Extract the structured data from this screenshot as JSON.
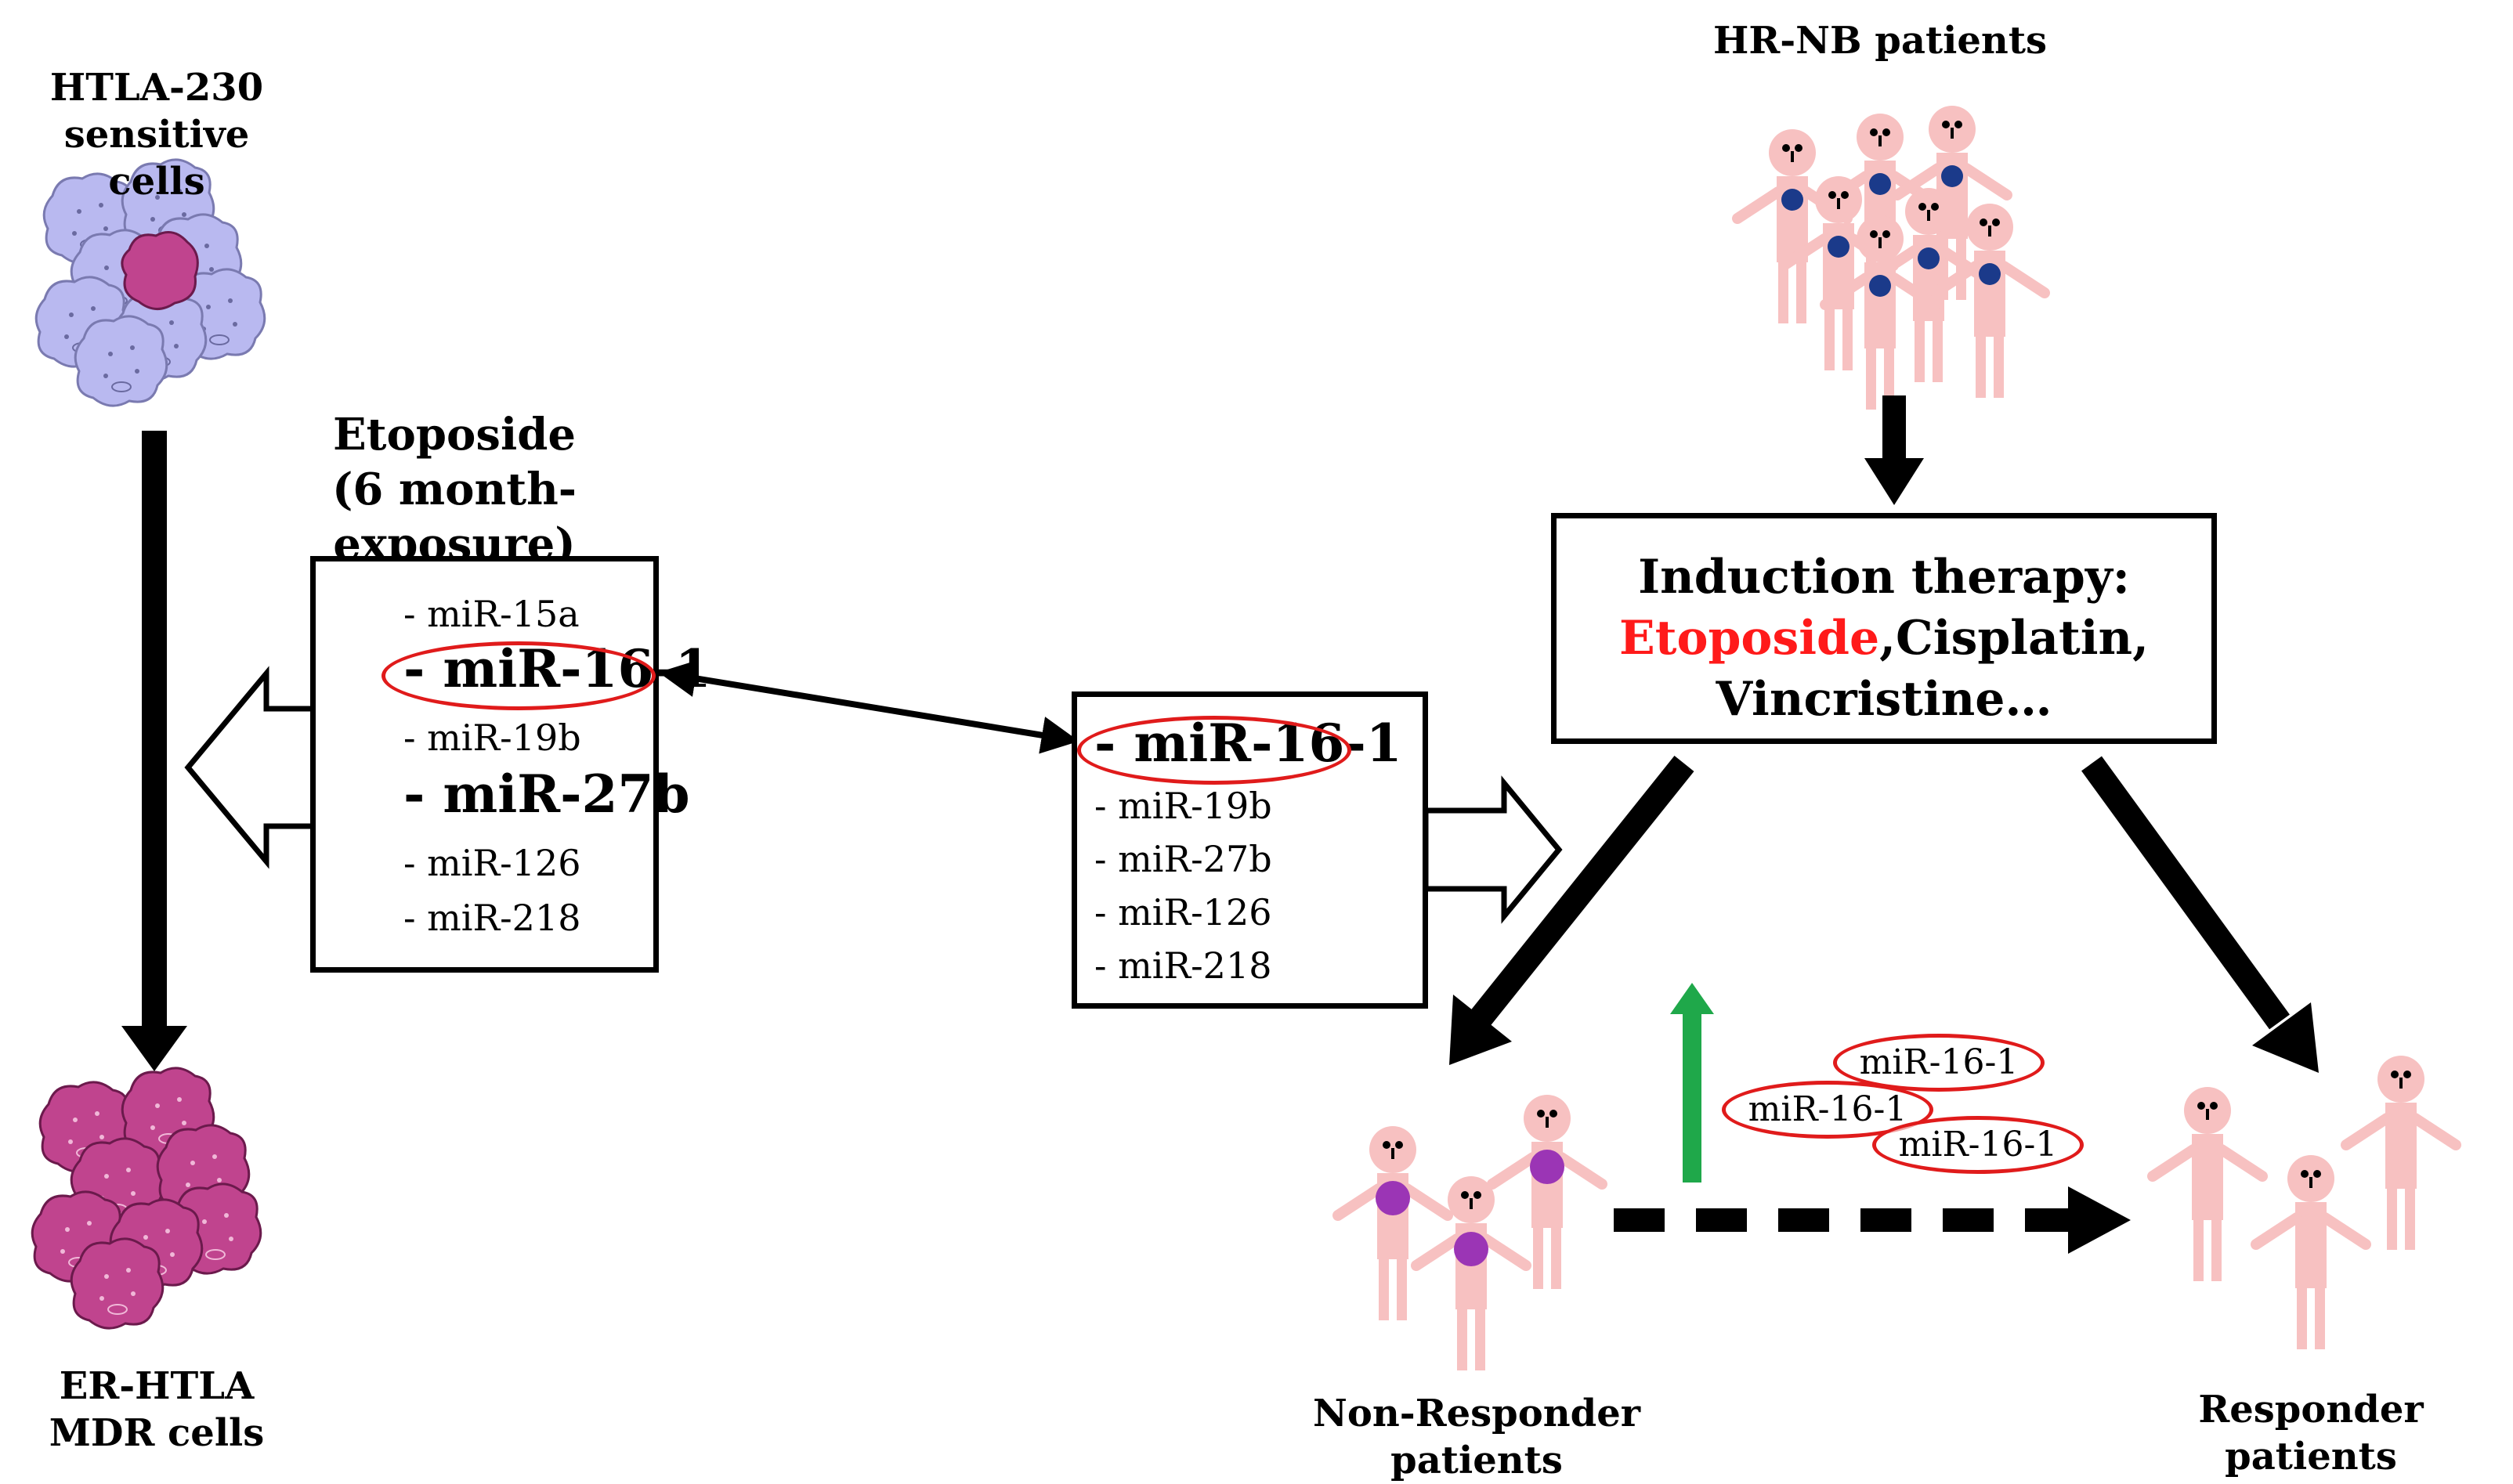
{
  "cells": {
    "sensitive_label": [
      "HTLA-230",
      "sensitive cells"
    ],
    "resistant_label": [
      "ER-HTLA",
      "MDR cells"
    ]
  },
  "treatment": {
    "drug": "Etoposide",
    "duration": "(6 month-exposure)"
  },
  "left_box": {
    "items": [
      "- miR-15a",
      "- miR-16-1",
      "- miR-19b",
      "- miR-27b",
      "- miR-126",
      "- miR-218"
    ]
  },
  "middle_box": {
    "items": [
      "- miR-16-1",
      "- miR-19b",
      "- miR-27b",
      "- miR-126",
      "- miR-218"
    ]
  },
  "patients": {
    "top_label": "HR-NB patients",
    "non_responder_label": "Non-Responder patients",
    "responder_label": "Responder patients"
  },
  "therapy": {
    "title": "Induction therapy:",
    "drug_highlight": "Etoposide",
    "drugs_rest": ",Cisplatin,",
    "line3": "Vincristine…"
  },
  "mir_ovals": [
    "miR-16-1",
    "miR-16-1",
    "miR-16-1"
  ],
  "colors": {
    "down_arrow": "#ff1a1a",
    "up_arrow": "#1fa84a",
    "oval": "#e01b1b",
    "highlight_text": "#ff1a1a",
    "patient_body": "#f7c1c1",
    "tumor_hr": "#1b3a8a",
    "tumor_nonresponder": "#9b35b5",
    "cell_sensitive": "#b9b9f0",
    "cell_resistant": "#c0448e"
  }
}
